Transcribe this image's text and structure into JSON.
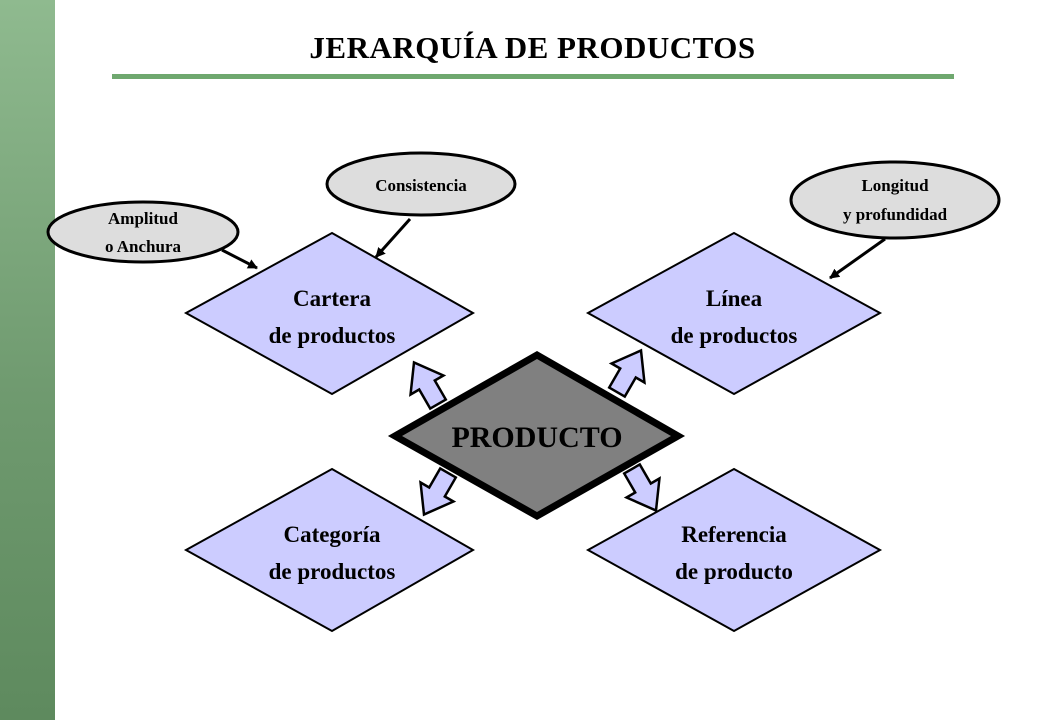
{
  "title": "JERARQUÍA DE PRODUCTOS",
  "colors": {
    "side_bar": "#7aa57a",
    "title_rule": "#6fa86f",
    "diamond_fill": "#ccccff",
    "center_fill": "#808080",
    "bubble_fill": "#dddddd"
  },
  "center": {
    "label": "PRODUCTO"
  },
  "nodes": {
    "cartera": {
      "line1": "Cartera",
      "line2": "de productos"
    },
    "linea": {
      "line1": "Línea",
      "line2": "de productos"
    },
    "categoria": {
      "line1": "Categoría",
      "line2": "de productos"
    },
    "referencia": {
      "line1": "Referencia",
      "line2": "de producto"
    }
  },
  "bubbles": {
    "amplitud": {
      "line1": "Amplitud",
      "line2": "o Anchura"
    },
    "consistencia": {
      "line1": "Consistencia"
    },
    "longitud": {
      "line1": "Longitud",
      "line2": "y profundidad"
    }
  }
}
